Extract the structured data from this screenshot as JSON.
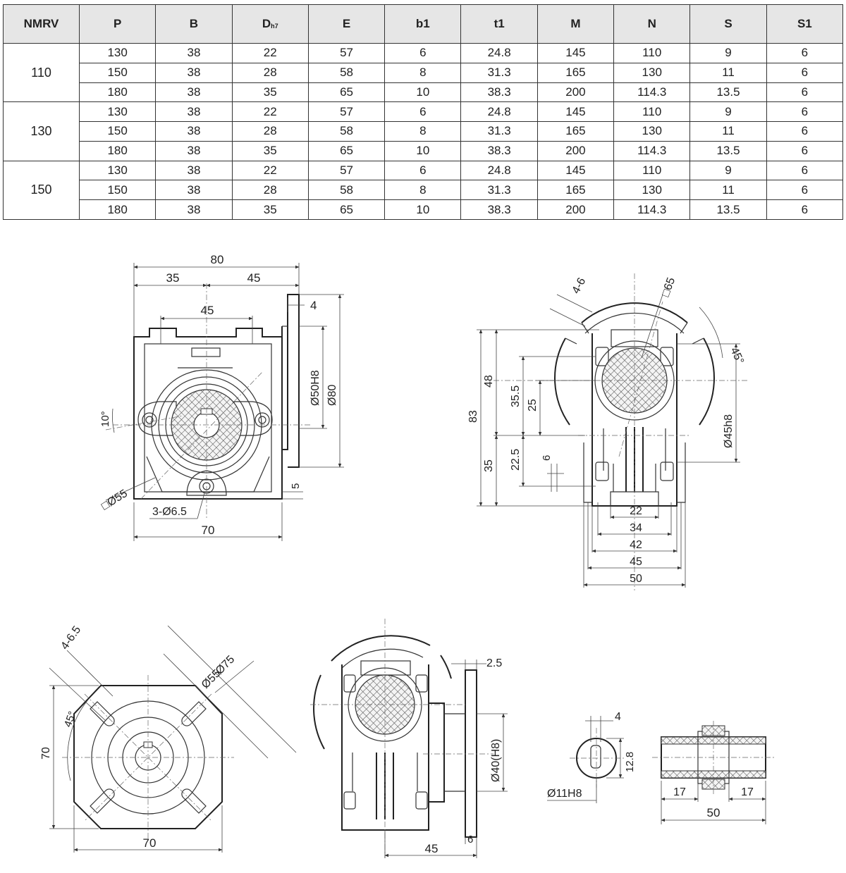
{
  "table": {
    "headers": [
      {
        "main": "NMRV",
        "sub": ""
      },
      {
        "main": "P",
        "sub": ""
      },
      {
        "main": "B",
        "sub": ""
      },
      {
        "main": "D",
        "sub": "h7"
      },
      {
        "main": "E",
        "sub": ""
      },
      {
        "main": "b1",
        "sub": ""
      },
      {
        "main": "t1",
        "sub": ""
      },
      {
        "main": "M",
        "sub": ""
      },
      {
        "main": "N",
        "sub": ""
      },
      {
        "main": "S",
        "sub": ""
      },
      {
        "main": "S1",
        "sub": ""
      }
    ],
    "groups": [
      {
        "model": "110",
        "rows": [
          [
            "130",
            "38",
            "22",
            "57",
            "6",
            "24.8",
            "145",
            "110",
            "9",
            "6"
          ],
          [
            "150",
            "38",
            "28",
            "58",
            "8",
            "31.3",
            "165",
            "130",
            "11",
            "6"
          ],
          [
            "180",
            "38",
            "35",
            "65",
            "10",
            "38.3",
            "200",
            "114.3",
            "13.5",
            "6"
          ]
        ]
      },
      {
        "model": "130",
        "rows": [
          [
            "130",
            "38",
            "22",
            "57",
            "6",
            "24.8",
            "145",
            "110",
            "9",
            "6"
          ],
          [
            "150",
            "38",
            "28",
            "58",
            "8",
            "31.3",
            "165",
            "130",
            "11",
            "6"
          ],
          [
            "180",
            "38",
            "35",
            "65",
            "10",
            "38.3",
            "200",
            "114.3",
            "13.5",
            "6"
          ]
        ]
      },
      {
        "model": "150",
        "rows": [
          [
            "130",
            "38",
            "22",
            "57",
            "6",
            "24.8",
            "145",
            "110",
            "9",
            "6"
          ],
          [
            "150",
            "38",
            "28",
            "58",
            "8",
            "31.3",
            "165",
            "130",
            "11",
            "6"
          ],
          [
            "180",
            "38",
            "35",
            "65",
            "10",
            "38.3",
            "200",
            "114.3",
            "13.5",
            "6"
          ]
        ]
      }
    ]
  },
  "drawings": {
    "front_view": {
      "overall_width": "80",
      "left_part": "35",
      "right_part": "45",
      "bore_span": "45",
      "flange_thickness": "4",
      "spigot_dia": "Ø50H8",
      "flange_dia": "Ø80",
      "angle": "10°",
      "square": "□Ø55",
      "base_height": "5",
      "holes": "3-Ø6.5",
      "base_width": "70"
    },
    "side_view": {
      "slot_width": "4-6",
      "square": "□65",
      "angle": "45°",
      "flange_dia": "Ø45h8",
      "overall_height": "83",
      "upper_height": "48",
      "height_35_5": "35.5",
      "height_25": "25",
      "height_22_5": "22.5",
      "lower_height": "35",
      "offset": "6",
      "width_22": "22",
      "width_34": "34",
      "width_42": "42",
      "width_45": "45",
      "width_50": "50"
    },
    "flange_view": {
      "slots": "4-6.5",
      "pcd_outer": "Ø75",
      "pcd_inner": "Ø55",
      "angle": "45°",
      "height": "70",
      "width": "70"
    },
    "flange_side_view": {
      "flange_thickness_top": "2.5",
      "spigot": "Ø40(H8)",
      "width": "45",
      "flange_thickness_bottom": "6"
    },
    "shaft_detail": {
      "key_width": "4",
      "key_height": "12.8",
      "bore": "Ø11H8"
    },
    "coupling_detail": {
      "left": "17",
      "right": "17",
      "length": "50"
    }
  }
}
